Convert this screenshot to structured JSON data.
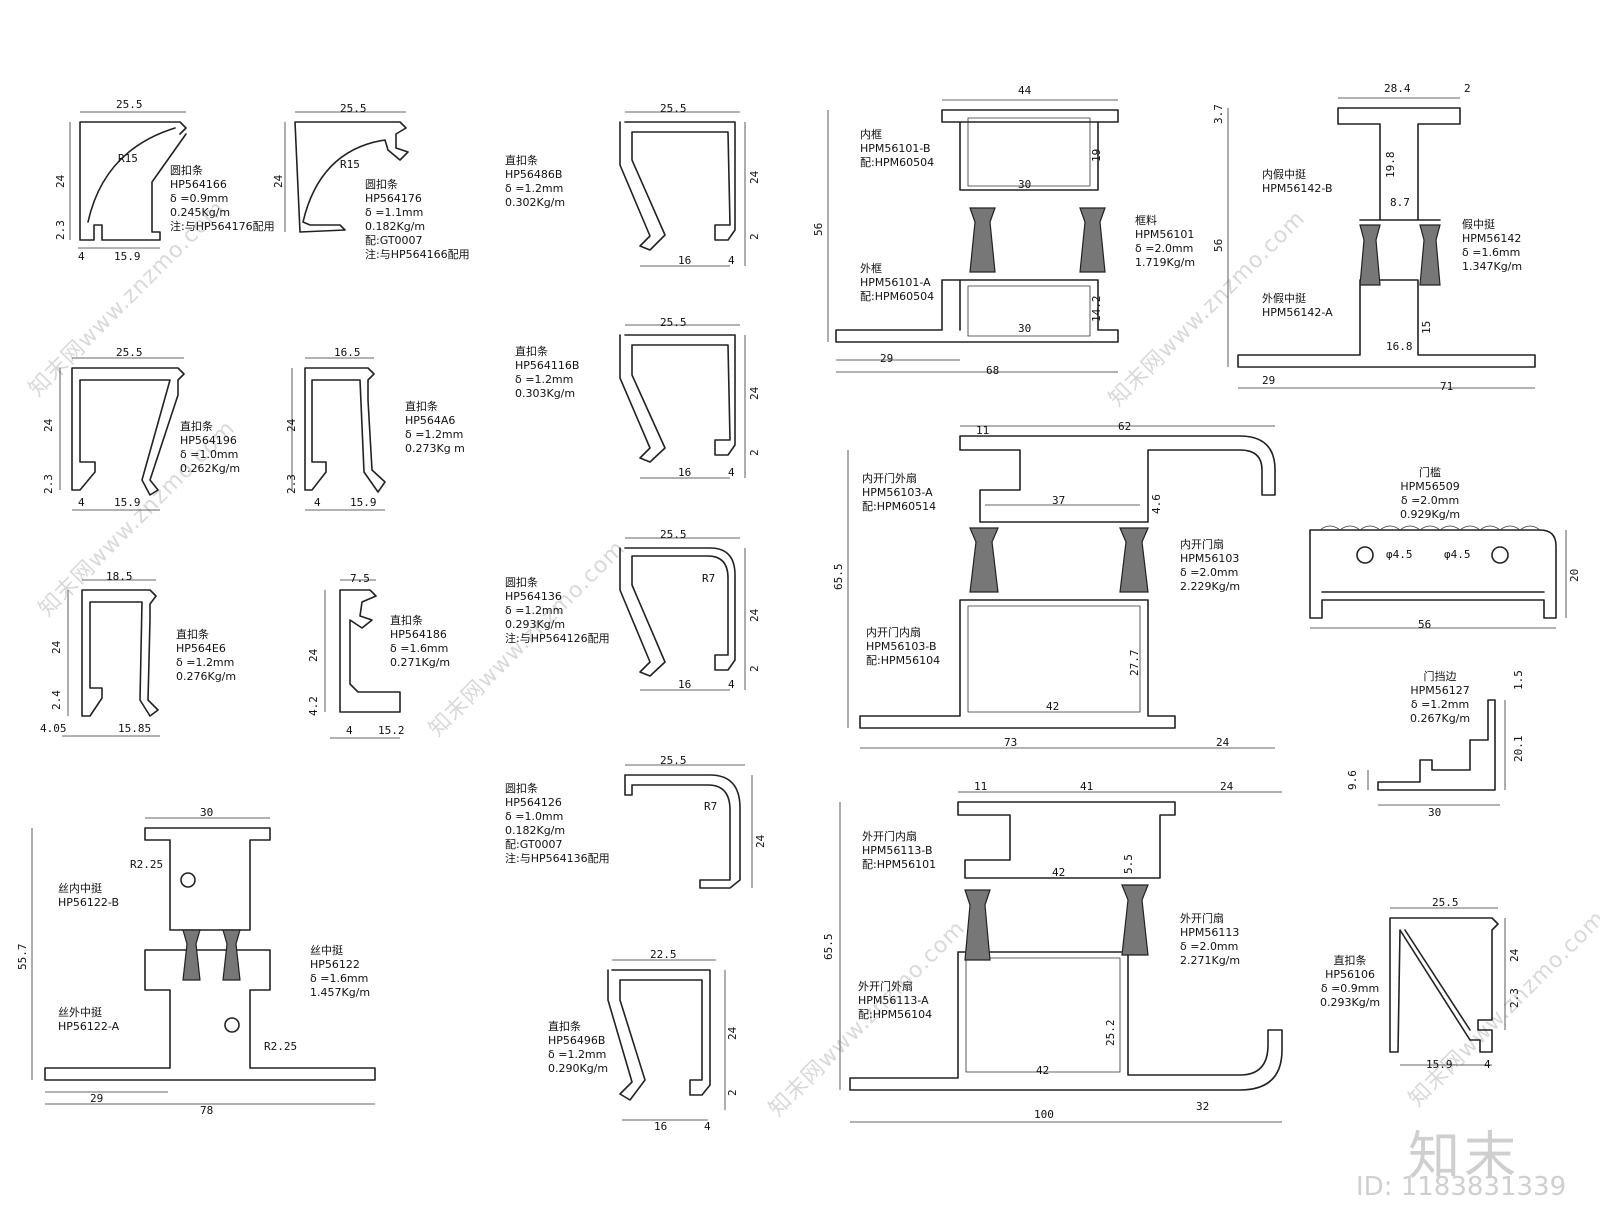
{
  "profiles": [
    {
      "id": "p1",
      "lines": [
        "圆扣条",
        "HP564166",
        "δ =0.9mm",
        "0.245Kg/m",
        "注:与HP564176配用"
      ]
    },
    {
      "id": "p2",
      "lines": [
        "圆扣条",
        "HP564176",
        "δ =1.1mm",
        "0.182Kg/m",
        "配:GT0007",
        "注:与HP564166配用"
      ]
    },
    {
      "id": "p3",
      "lines": [
        "直扣条",
        "HP56486B",
        "δ =1.2mm",
        "0.302Kg/m"
      ]
    },
    {
      "id": "p4",
      "lines": [
        "直扣条",
        "HP564196",
        "δ =1.0mm",
        "0.262Kg/m"
      ]
    },
    {
      "id": "p5",
      "lines": [
        "直扣条",
        "HP564A6",
        "δ =1.2mm",
        "0.273Kg m"
      ]
    },
    {
      "id": "p6",
      "lines": [
        "直扣条",
        "HP564116B",
        "δ =1.2mm",
        "0.303Kg/m"
      ]
    },
    {
      "id": "p7",
      "lines": [
        "直扣条",
        "HP564E6",
        "δ =1.2mm",
        "0.276Kg/m"
      ]
    },
    {
      "id": "p8",
      "lines": [
        "直扣条",
        "HP564186",
        "δ =1.6mm",
        "0.271Kg/m"
      ]
    },
    {
      "id": "p9",
      "lines": [
        "圆扣条",
        "HP564136",
        "δ =1.2mm",
        "0.293Kg/m",
        "注:与HP564126配用"
      ]
    },
    {
      "id": "p10",
      "lines": [
        "圆扣条",
        "HP564126",
        "δ =1.0mm",
        "0.182Kg/m",
        "配:GT0007",
        "注:与HP564136配用"
      ]
    },
    {
      "id": "p11",
      "lines": [
        "直扣条",
        "HP56496B",
        "δ =1.2mm",
        "0.290Kg/m"
      ]
    },
    {
      "id": "p12",
      "lines": [
        "丝中挺",
        "HP56122",
        "δ =1.6mm",
        "1.457Kg/m"
      ]
    },
    {
      "id": "p12b",
      "lines": [
        "丝内中挺",
        "HP56122-B"
      ]
    },
    {
      "id": "p12a",
      "lines": [
        "丝外中挺",
        "HP56122-A"
      ]
    },
    {
      "id": "f1a",
      "lines": [
        "内框",
        "HPM56101-B",
        "配:HPM60504"
      ]
    },
    {
      "id": "f1b",
      "lines": [
        "外框",
        "HPM56101-A",
        "配:HPM60504"
      ]
    },
    {
      "id": "f1",
      "lines": [
        "框料",
        "HPM56101",
        "δ =2.0mm",
        "1.719Kg/m"
      ]
    },
    {
      "id": "f2a",
      "lines": [
        "内假中挺",
        "HPM56142-B"
      ]
    },
    {
      "id": "f2b",
      "lines": [
        "外假中挺",
        "HPM56142-A"
      ]
    },
    {
      "id": "f2",
      "lines": [
        "假中挺",
        "HPM56142",
        "δ =1.6mm",
        "1.347Kg/m"
      ]
    },
    {
      "id": "d1a",
      "lines": [
        "内开门外扇",
        "HPM56103-A",
        "配:HPM60514"
      ]
    },
    {
      "id": "d1b",
      "lines": [
        "内开门内扇",
        "HPM56103-B",
        "配:HPM56104"
      ]
    },
    {
      "id": "d1",
      "lines": [
        "内开门扇",
        "HPM56103",
        "δ =2.0mm",
        "2.229Kg/m"
      ]
    },
    {
      "id": "d2a",
      "lines": [
        "外开门内扇",
        "HPM56113-B",
        "配:HPM56101"
      ]
    },
    {
      "id": "d2b",
      "lines": [
        "外开门外扇",
        "HPM56113-A",
        "配:HPM56104"
      ]
    },
    {
      "id": "d2",
      "lines": [
        "外开门扇",
        "HPM56113",
        "δ =2.0mm",
        "2.271Kg/m"
      ]
    },
    {
      "id": "s1",
      "lines": [
        "门槛",
        "HPM56509",
        "δ =2.0mm",
        "0.929Kg/m"
      ]
    },
    {
      "id": "s2",
      "lines": [
        "门挡边",
        "HPM56127",
        "δ =1.2mm",
        "0.267Kg/m"
      ]
    },
    {
      "id": "s3",
      "lines": [
        "直扣条",
        "HP56106",
        "δ =0.9mm",
        "0.293Kg/m"
      ]
    }
  ],
  "dims": {
    "p1": [
      "25.5",
      "24",
      "2.3",
      "4",
      "15.9",
      "R15"
    ],
    "p2": [
      "25.5",
      "24",
      "R15"
    ],
    "p3": [
      "25.5",
      "24",
      "2",
      "16",
      "4"
    ],
    "p4": [
      "25.5",
      "24",
      "2.3",
      "4",
      "15.9"
    ],
    "p5": [
      "16.5",
      "24",
      "2.3",
      "4",
      "15.9"
    ],
    "p6": [
      "25.5",
      "24",
      "2",
      "16",
      "4"
    ],
    "p7": [
      "18.5",
      "24",
      "2.4",
      "4.05",
      "15.85"
    ],
    "p8": [
      "7.5",
      "24",
      "4.2",
      "4",
      "15.2"
    ],
    "p9": [
      "25.5",
      "24",
      "2",
      "16",
      "4",
      "R7"
    ],
    "p10": [
      "25.5",
      "24",
      "R7"
    ],
    "p11": [
      "22.5",
      "24",
      "2",
      "16",
      "4"
    ],
    "p12": [
      "30",
      "55.7",
      "R2.25",
      "R2.25",
      "29",
      "78"
    ],
    "f1": [
      "44",
      "19",
      "30",
      "56",
      "14.2",
      "30",
      "29",
      "68"
    ],
    "f2": [
      "28.4",
      "2",
      "3.7",
      "19.8",
      "8.7",
      "56",
      "15",
      "16.8",
      "29",
      "71"
    ],
    "d1": [
      "11",
      "62",
      "37",
      "4.6",
      "65.5",
      "27.7",
      "42",
      "73",
      "24"
    ],
    "d2": [
      "11",
      "41",
      "24",
      "5.5",
      "42",
      "65.5",
      "25.2",
      "42",
      "100",
      "32"
    ],
    "s1": [
      "φ4.5",
      "φ4.5",
      "20",
      "56"
    ],
    "s2": [
      "1.5",
      "20.1",
      "9.6",
      "30"
    ],
    "s3": [
      "25.5",
      "24",
      "2.3",
      "15.9",
      "4"
    ]
  },
  "watermark": "知末网www.znzmo.com",
  "logo": "知末",
  "id_text": "ID: 1183831339"
}
